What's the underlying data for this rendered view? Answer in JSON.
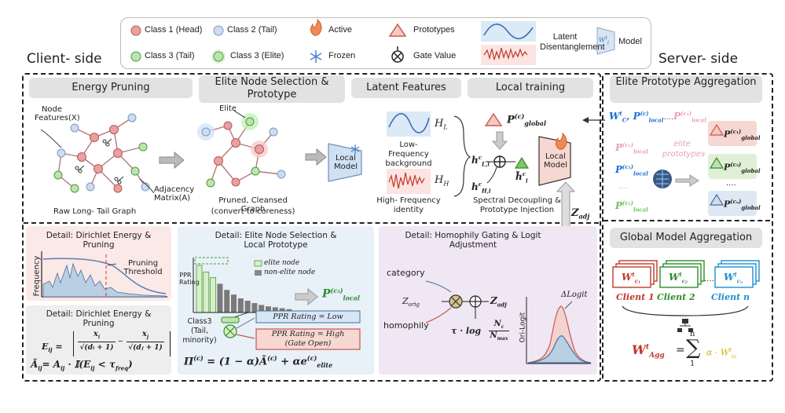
{
  "legend": {
    "class1": "Class 1 (Head)",
    "class2": "Class 2 (Tail)",
    "class3": "Class 3 (Tail)",
    "class3_elite": "Class 3 (Elite)",
    "active": "Active",
    "frozen": "Frozen",
    "prototypes": "Prototypes",
    "gate_value": "Gate Value",
    "latent": "Latent Disentanglement",
    "model": "Model",
    "model_symbol": "W",
    "model_sup": "t",
    "model_sub": "i"
  },
  "sides": {
    "client": "Client- side",
    "server": "Server- side"
  },
  "sections": {
    "energy_pruning": "Energy Pruning",
    "elite_selection": "Elite Node Selection & Prototype",
    "latent_features": "Latent Features",
    "local_training": "Local training",
    "elite_aggregation": "Elite Prototype Aggregation",
    "global_aggregation": "Global Model Aggregation"
  },
  "pruning": {
    "node_features": "Node Features(X)",
    "adjacency": "Adjacency Matrix(A)",
    "raw_graph": "Raw Long- Tail Graph"
  },
  "elite": {
    "elite_label": "Elite",
    "pruned": "Pruned, Cleansed Graph",
    "coreness": "(convert to coreness)",
    "local_model_line1": "Local",
    "local_model_line2": "Model"
  },
  "latent": {
    "h_l": "H",
    "h_l_sub": "L",
    "low_freq": "Low- Frequency",
    "background": "background",
    "h_h": "H",
    "h_h_sub": "H",
    "high_freq": "High- Frequency",
    "identity": "identity"
  },
  "local": {
    "p_global": "P",
    "p_global_sup": "(c)",
    "p_global_sub": "global",
    "h_l": "h",
    "h_l_sup": "c",
    "h_l_sub": "L,i",
    "h_h": "h",
    "h_h_sup": "c",
    "h_h_sub": "H,i",
    "h_tilde": "h̃",
    "h_tilde_sup": "c",
    "h_tilde_sub": "i",
    "spectral": "Spectral Decoupling &",
    "injection": "Prototype Injection",
    "z_adj": "Z",
    "z_adj_sub": "adj",
    "model_line1": "Local",
    "model_line2": "Model"
  },
  "server_top": {
    "w": "W",
    "w_sup": "t",
    "w_sub": "C",
    "p1": "P",
    "p1_sup": "(c)",
    "p1_sub": "local",
    "dots": "....",
    "p2": "P",
    "p2_sup": "(c₁)",
    "p2_sub": "local",
    "left_protos": [
      {
        "t": "P",
        "sup": "(c₁)",
        "sub": "local"
      },
      {
        "t": "P",
        "sup": "(c₁)",
        "sub": "local"
      },
      {
        "t": "....",
        "sup": "",
        "sub": ""
      },
      {
        "t": "P",
        "sup": "(c₁)",
        "sub": "local"
      }
    ],
    "elite_text1": "elite",
    "elite_text2": "prototypes",
    "right_protos": [
      {
        "t": "P",
        "sup": "(c₁)",
        "sub": "global"
      },
      {
        "t": "P",
        "sup": "(c₃)",
        "sub": "global"
      },
      {
        "t": "....",
        "sup": "",
        "sub": ""
      },
      {
        "t": "P",
        "sup": "(cₙ)",
        "sub": "global"
      }
    ]
  },
  "server_bottom": {
    "clients": [
      "Client 1",
      "Client 2",
      "Client n"
    ],
    "client_dots": "....",
    "w_sub": [
      "c₁",
      "c₂",
      "cₙ"
    ],
    "agg_w": "W",
    "agg_sup": "t",
    "agg_sub": "Agg",
    "sum_top": "n",
    "sum_bottom": "1",
    "sum_term": "α · W",
    "sum_term_sup": "t",
    "sum_term_sub": "cₖ"
  },
  "detail1": {
    "title1": "Detail: Dirichlet Energy &",
    "title2": "Pruning",
    "ylabel": "Frequency",
    "threshold1": "Pruning",
    "threshold2": "Threshold"
  },
  "detail2": {
    "title1": "Detail: Dirichlet Energy &",
    "title2": "Pruning",
    "eij_lhs": "E",
    "eij_sub": "ij",
    "xi": "x",
    "xi_sub": "i",
    "di": "√(dᵢ + 1)",
    "xj": "x",
    "xj_sub": "j",
    "dj": "√(dⱼ + 1)",
    "a_line": "Ã",
    "a_line_sub": "ij",
    "a_rhs": "= A",
    "a_rhs_sub": "ij",
    "a_rhs2": "· 𝕀(E",
    "a_rhs2_sub": "ij",
    "a_rhs3": "< τ",
    "a_rhs3_sub": "freq",
    "a_rhs4": ")"
  },
  "detail3": {
    "title1": "Detail: Elite Node Selection &",
    "title2": "Local Prototype",
    "ylabel1": "PPR",
    "ylabel2": "Rating",
    "legend_elite": "elite node",
    "legend_non": "non-elite node",
    "p_local": "P",
    "p_local_sup": "(c₃)",
    "p_local_sub": "local",
    "class3_1": "Class3",
    "class3_2": "(Tail,",
    "class3_3": "minority)",
    "low": "PPR Rating = Low",
    "high1": "PPR Rating = High",
    "high2": "(Gate Open)",
    "pi_lhs": "Π",
    "pi_sup": "(c)",
    "pi_rhs": "= (1 − α)Ã",
    "pi_rhs_sup": "(c)",
    "pi_rhs2": "+ αe",
    "pi_rhs2_sup": "(c)",
    "pi_rhs2_sub": "elite",
    "bar_values": [
      1.0,
      0.86,
      0.74,
      0.61,
      0.48,
      0.38,
      0.3,
      0.25,
      0.2,
      0.16,
      0.13,
      0.11,
      0.09,
      0.07
    ],
    "elite_count": 3
  },
  "detail4": {
    "title1": "Detail: Homophily Gating & Logit",
    "title2": "Adjustment",
    "category": "category",
    "homophily": "homophily",
    "z_orig": "Z",
    "z_orig_sub": "orig",
    "z_adj": "Z",
    "z_adj_sub": "adj",
    "tau": "τ · log",
    "nc": "N",
    "nc_sub": "c",
    "nmax": "N",
    "nmax_sub": "max",
    "ylabel": "Ori-Logit",
    "delta": "ΔLogit"
  },
  "colors": {
    "class1": "#e8a0a0",
    "class2": "#cfdcef",
    "class3": "#bfe3b0",
    "prototype": "#e89a92",
    "panel_red": "#fbe9e7",
    "panel_gray": "#eeeeee",
    "panel_blue": "#e8f0f8",
    "panel_purple": "#efe7f3",
    "red_text": "#c0392b",
    "green_text": "#2e8b2e",
    "blue_text": "#1a6fd0"
  }
}
